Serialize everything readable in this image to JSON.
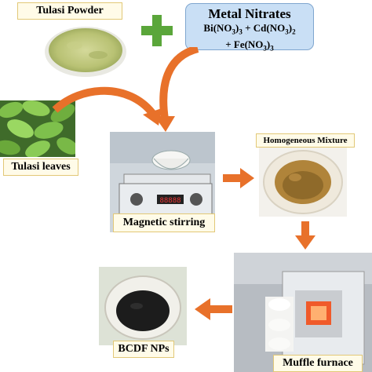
{
  "diagram": {
    "tulasi_powder": {
      "label": "Tulasi Powder"
    },
    "metal_nitrates": {
      "title": "Metal Nitrates",
      "formula_line1": {
        "bi": "Bi(NO",
        "s1": "3",
        "p1": ")",
        "s2": "3",
        "plus": " + Cd(NO",
        "s3": "3",
        "p2": ")",
        "s4": "2"
      },
      "formula_line2": {
        "fe": "+ Fe(NO",
        "s1": "3",
        "p1": ")",
        "s2": "3"
      }
    },
    "tulasi_leaves": {
      "label": "Tulasi leaves"
    },
    "magnetic_stirring": {
      "label": "Magnetic stirring",
      "display_reading": "88888"
    },
    "homogeneous_mixture": {
      "label": "Homogeneous Mixture"
    },
    "muffle_furnace": {
      "label": "Muffle furnace"
    },
    "product": {
      "label": "BCDF NPs"
    },
    "colors": {
      "plus_sign": "#5aa63a",
      "arrow": "#e8712a",
      "nitrate_box_fill": "#c9dff5",
      "nitrate_box_border": "#7fa6cf",
      "label_fill": "#fffbe8",
      "label_border": "#e2c877"
    }
  }
}
